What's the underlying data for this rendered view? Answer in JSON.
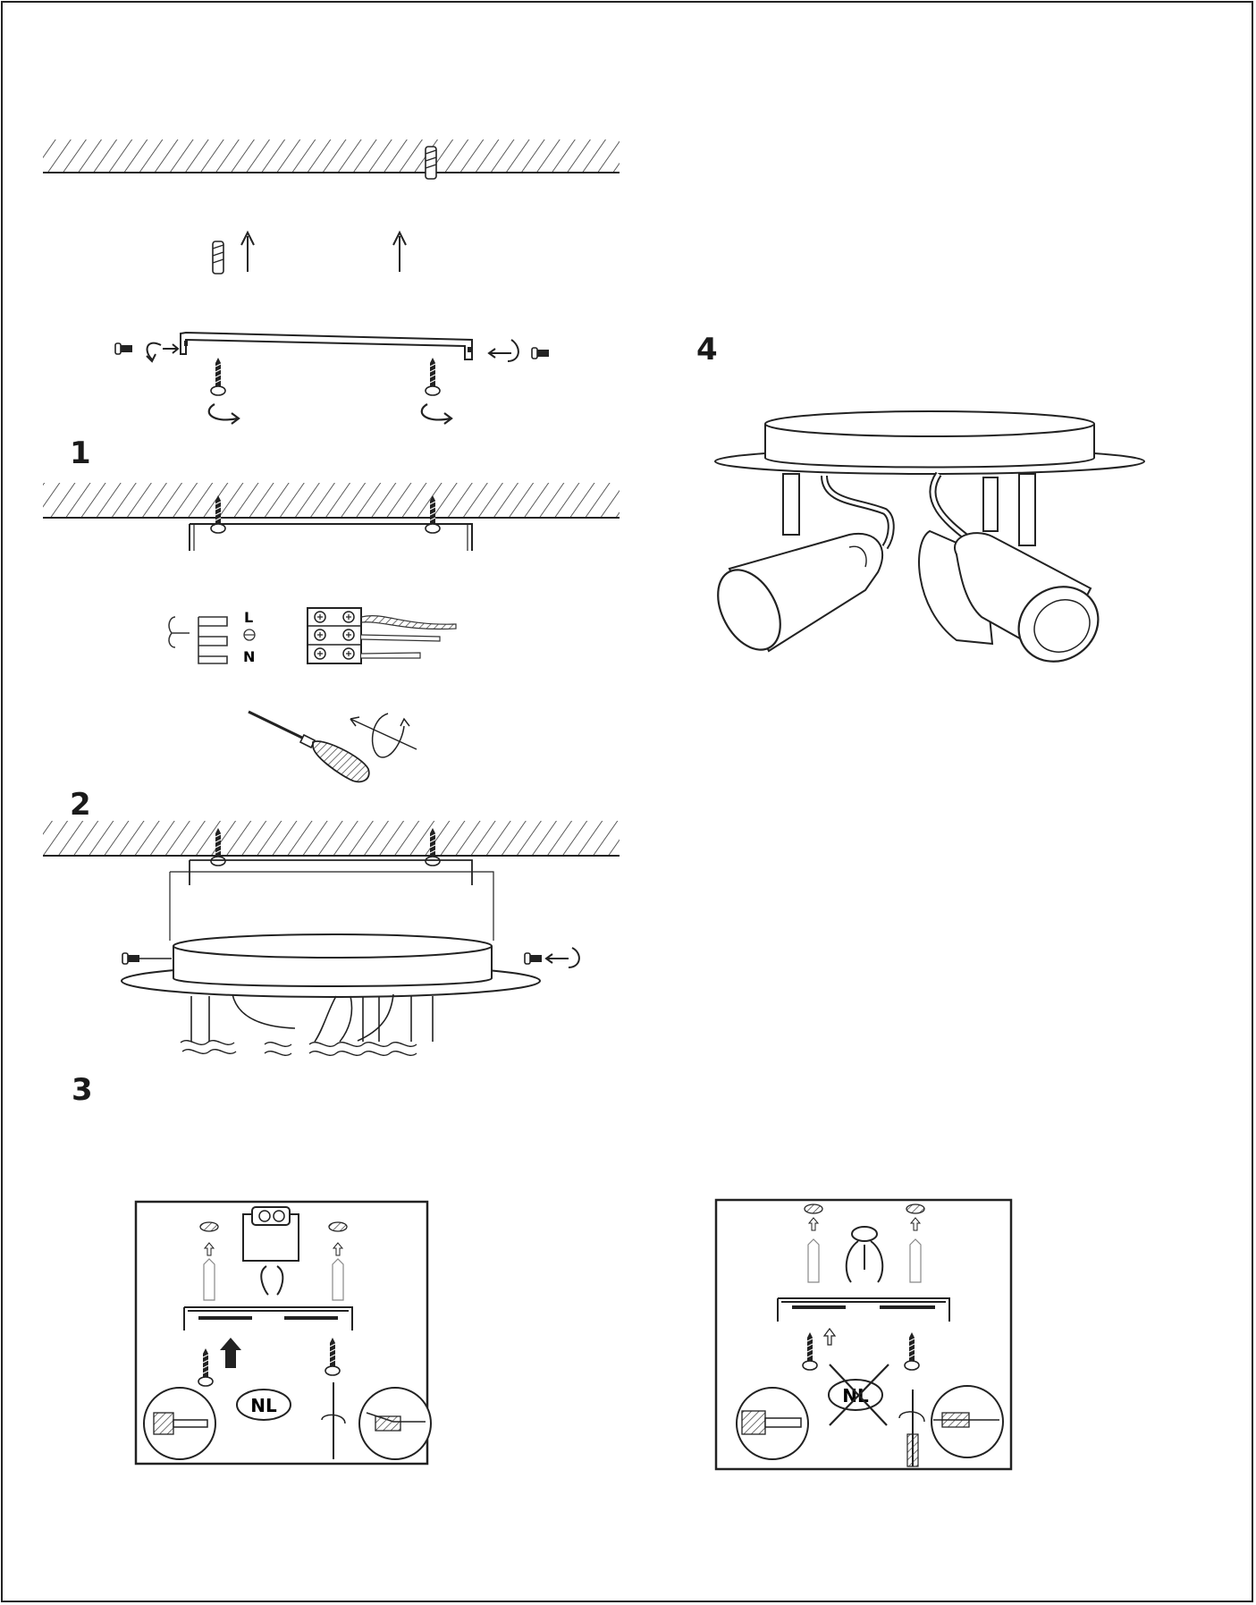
{
  "steps": {
    "s1": "1",
    "s2": "2",
    "s3": "3",
    "s4": "4"
  },
  "terminal": {
    "live": "L",
    "neutral": "N"
  },
  "insets": {
    "left_badge": "NL",
    "right_badge": "NL"
  },
  "colors": {
    "line": "#1a1a1a",
    "hatch": "#333333",
    "paper": "#ffffff"
  }
}
